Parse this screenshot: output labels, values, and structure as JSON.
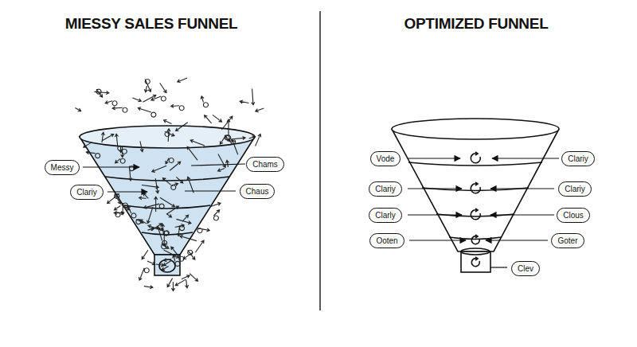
{
  "diagram": {
    "nodes": [
      {
        "text": [
          "Messy"
        ]
      },
      {
        "text": [
          "Chams"
        ]
      },
      {
        "text": [
          "Clariy"
        ]
      },
      {
        "text": [
          "Chaus"
        ]
      },
      {
        "text": [
          "Vode"
        ]
      },
      {
        "text": [
          "Clariy"
        ]
      },
      {
        "text": [
          "Clariy"
        ]
      },
      {
        "text": [
          "Clariy"
        ]
      },
      {
        "text": [
          "Clarly"
        ]
      },
      {
        "text": [
          "Clous"
        ]
      },
      {
        "text": [
          "Ooten"
        ]
      },
      {
        "text": [
          "Goter"
        ]
      },
      {
        "text": [
          "Clev"
        ]
      }
    ],
    "labels": [
      "MIESSY SALES FUNNEL",
      "OPTIMIZED FUNNEL"
    ]
  }
}
